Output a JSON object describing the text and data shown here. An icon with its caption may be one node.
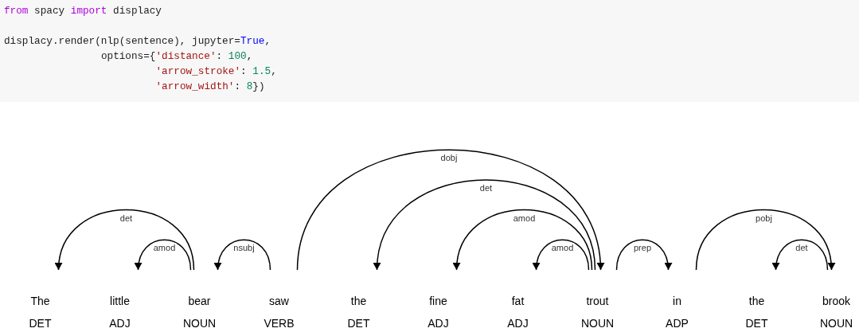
{
  "diagram": {
    "nodes": [
      {
        "text": [
          "The",
          "DET"
        ]
      },
      {
        "text": [
          "little",
          "ADJ"
        ]
      },
      {
        "text": [
          "bear",
          "NOUN"
        ]
      },
      {
        "text": [
          "saw",
          "VERB"
        ]
      },
      {
        "text": [
          "the",
          "DET"
        ]
      },
      {
        "text": [
          "fine",
          "ADJ"
        ]
      },
      {
        "text": [
          "fat",
          "ADJ"
        ]
      },
      {
        "text": [
          "trout",
          "NOUN"
        ]
      },
      {
        "text": [
          "in",
          "ADP"
        ]
      },
      {
        "text": [
          "the",
          "DET"
        ]
      },
      {
        "text": [
          "brook",
          "NOUN"
        ]
      }
    ],
    "edges": [
      {
        "from": 2,
        "to": 0,
        "arrow": "to",
        "label": "det"
      },
      {
        "from": 2,
        "to": 1,
        "arrow": "to",
        "label": "amod"
      },
      {
        "from": 3,
        "to": 2,
        "arrow": "to",
        "label": "nsubj"
      },
      {
        "from": 3,
        "to": 7,
        "arrow": "to",
        "label": "dobj"
      },
      {
        "from": 7,
        "to": 4,
        "arrow": "to",
        "label": "det"
      },
      {
        "from": 7,
        "to": 5,
        "arrow": "to",
        "label": "amod"
      },
      {
        "from": 7,
        "to": 6,
        "arrow": "to",
        "label": "amod"
      },
      {
        "from": 7,
        "to": 8,
        "arrow": "to",
        "label": "prep"
      },
      {
        "from": 8,
        "to": 10,
        "arrow": "to",
        "label": "pobj"
      },
      {
        "from": 10,
        "to": 9,
        "arrow": "to",
        "label": "det"
      }
    ],
    "labels": [
      "from spacy import displacy",
      "displacy.render(nlp(sentence), jupyter=True,",
      "options={'distance': 100,",
      "'arrow_stroke': 1.5,",
      "'arrow_width': 8})"
    ]
  }
}
